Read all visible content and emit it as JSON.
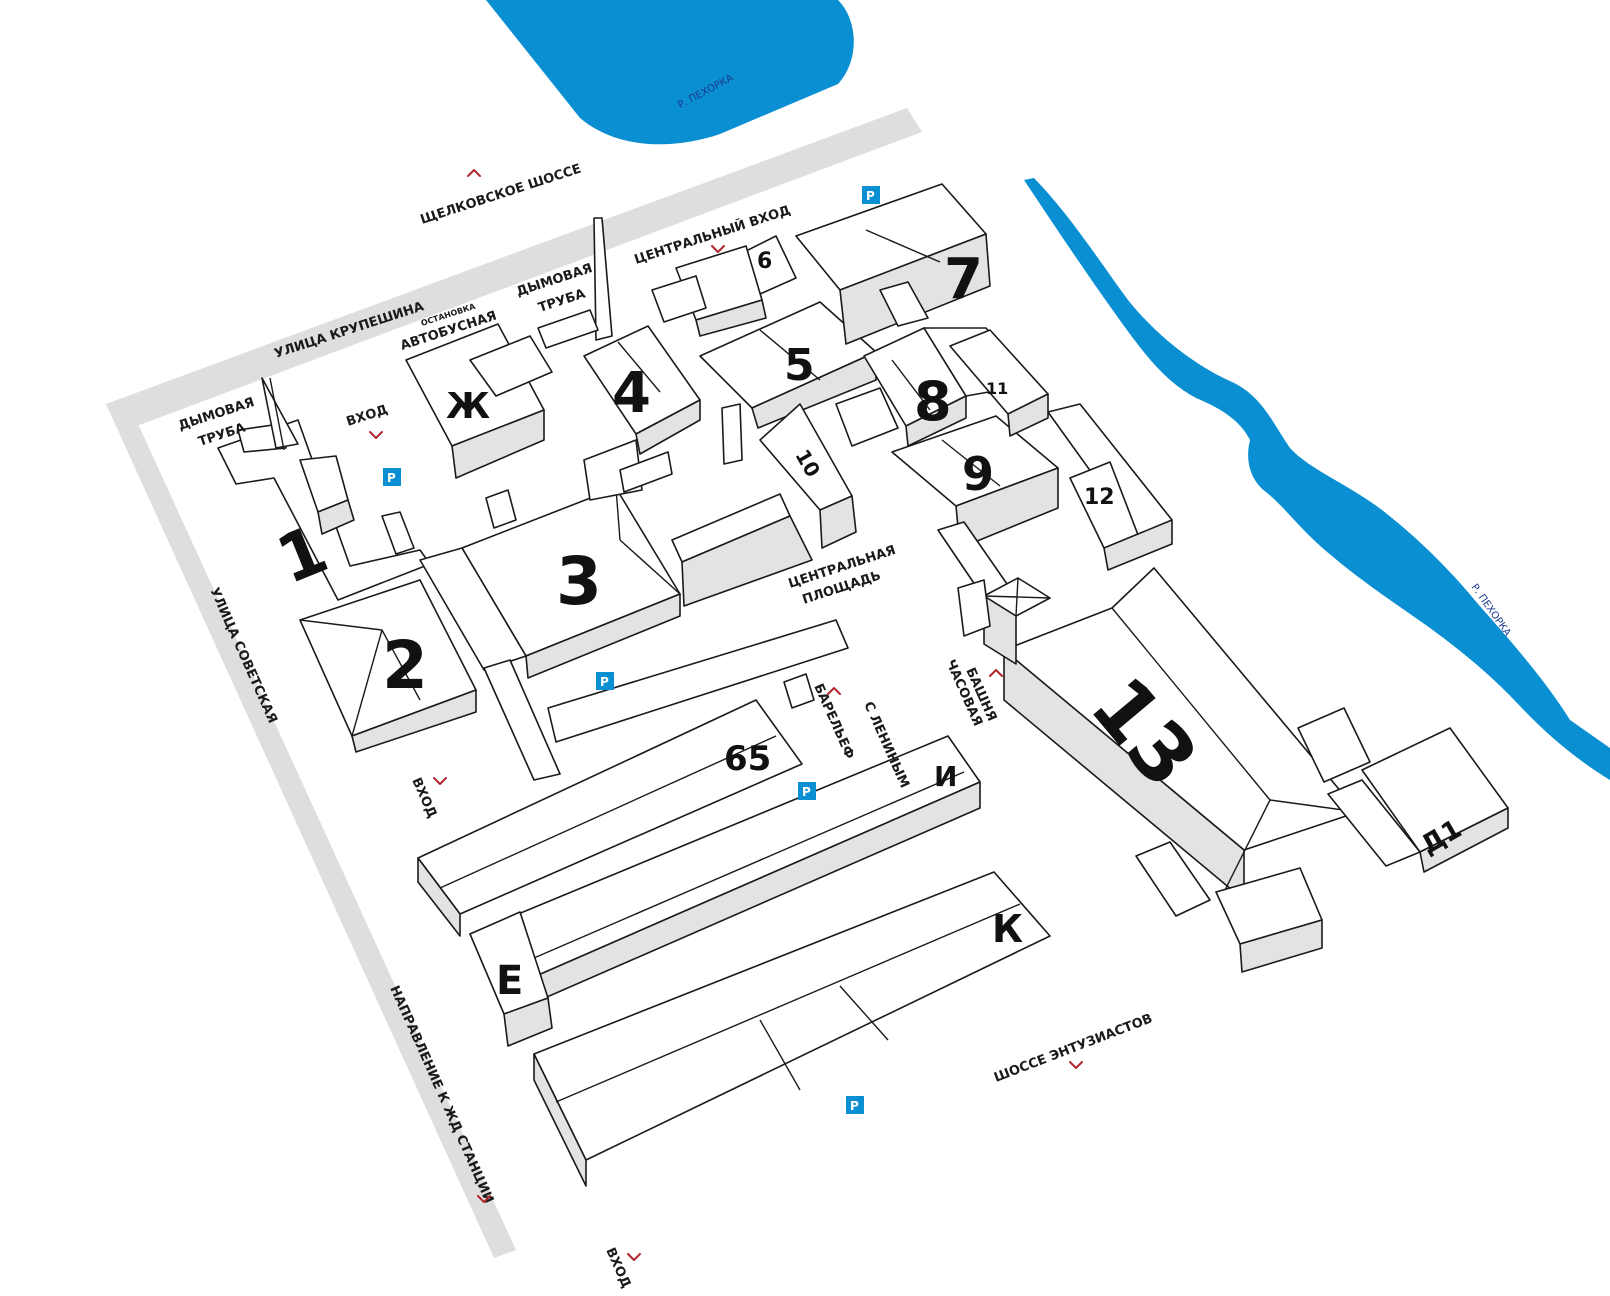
{
  "map": {
    "rivers": [
      {
        "label": "Р. ПЕХОРКА"
      },
      {
        "label": "Р. ПЕХОРКА"
      }
    ],
    "streets": {
      "shchelkovskoe": "ЩЕЛКОВСКОЕ ШОССЕ",
      "krupeshina": "УЛИЦА КРУПЕШИНА",
      "sovetskaya": "УЛИЦА СОВЕТСКАЯ",
      "entuziastov": "ШОССЕ ЭНТУЗИАСТОВ",
      "railway": "НАПРАВЛЕНИЕ К ЖД СТАНЦИИ"
    },
    "landmarks": {
      "central_entrance": "ЦЕНТРАЛЬНЫЙ ВХОД",
      "chimney_line1": "ДЫМОВАЯ",
      "chimney_line2": "ТРУБА",
      "bus_stop_small": "ОСТАНОВКА",
      "bus_stop": "АВТОБУСНАЯ",
      "entrance": "ВХОД",
      "central_square_line1": "ЦЕНТРАЛЬНАЯ",
      "central_square_line2": "ПЛОЩАДЬ",
      "relief_line1": "БАРЕЛЬЕФ",
      "relief_line2": "С ЛЕНИНЫМ",
      "clock_tower_line1": "ЧАСОВАЯ",
      "clock_tower_line2": "БАШНЯ"
    },
    "parking_symbol": "P",
    "buildings": [
      "1",
      "2",
      "3",
      "4",
      "5",
      "6",
      "7",
      "8",
      "9",
      "10",
      "11",
      "12",
      "13",
      "65",
      "Ж",
      "И",
      "Е",
      "К",
      "Д1"
    ],
    "colors": {
      "water": "#0a8fd2",
      "road": "#dedede",
      "entrance_marker": "#b0262c",
      "parking": "#0a8fd2"
    }
  }
}
